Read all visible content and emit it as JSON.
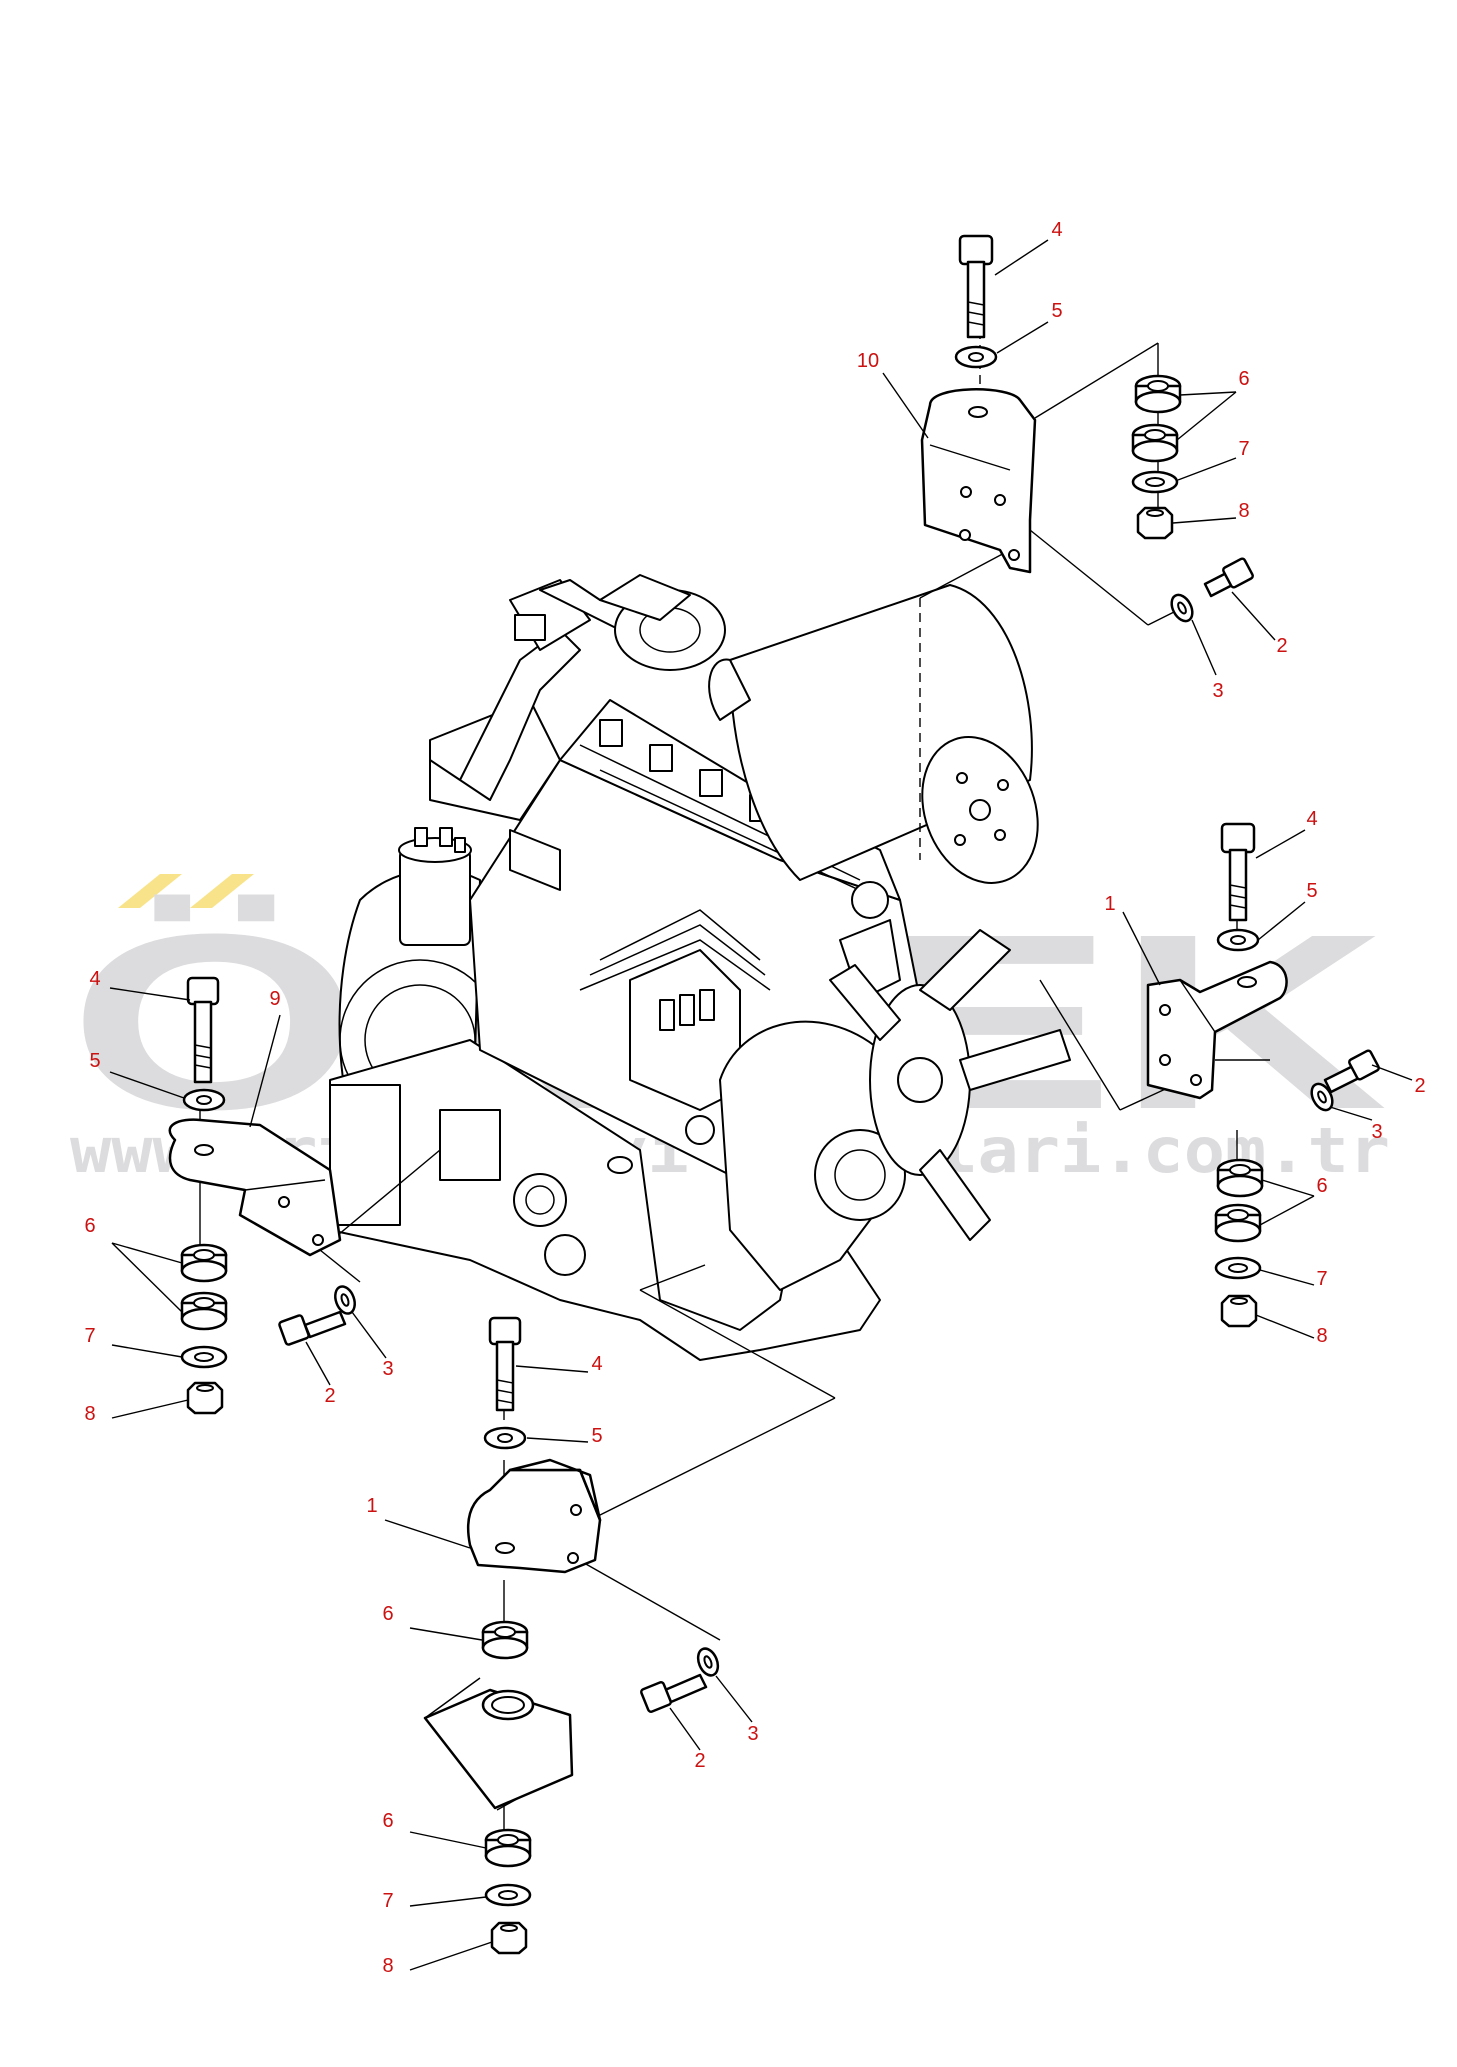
{
  "watermark": {
    "brand": "ÖRTEK",
    "url": "www.orteksanayi-parcalari.com.tr",
    "text_color": "#dcdcde",
    "accent_color": "#f8e38a"
  },
  "colors": {
    "callout": "#cc1111",
    "line": "#000000"
  },
  "callouts": [
    {
      "id": "c01",
      "label": "4"
    },
    {
      "id": "c02",
      "label": "5"
    },
    {
      "id": "c03",
      "label": "10"
    },
    {
      "id": "c04",
      "label": "6"
    },
    {
      "id": "c05",
      "label": "7"
    },
    {
      "id": "c06",
      "label": "8"
    },
    {
      "id": "c07",
      "label": "2"
    },
    {
      "id": "c08",
      "label": "3"
    },
    {
      "id": "c09",
      "label": "4"
    },
    {
      "id": "c10",
      "label": "5"
    },
    {
      "id": "c11",
      "label": "1"
    },
    {
      "id": "c12",
      "label": "2"
    },
    {
      "id": "c13",
      "label": "3"
    },
    {
      "id": "c14",
      "label": "6"
    },
    {
      "id": "c15",
      "label": "7"
    },
    {
      "id": "c16",
      "label": "8"
    },
    {
      "id": "c17",
      "label": "4"
    },
    {
      "id": "c18",
      "label": "5"
    },
    {
      "id": "c19",
      "label": "9"
    },
    {
      "id": "c20",
      "label": "6"
    },
    {
      "id": "c21",
      "label": "7"
    },
    {
      "id": "c22",
      "label": "8"
    },
    {
      "id": "c23",
      "label": "2"
    },
    {
      "id": "c24",
      "label": "3"
    },
    {
      "id": "c25",
      "label": "4"
    },
    {
      "id": "c26",
      "label": "5"
    },
    {
      "id": "c27",
      "label": "1"
    },
    {
      "id": "c28",
      "label": "6"
    },
    {
      "id": "c29",
      "label": "2"
    },
    {
      "id": "c30",
      "label": "3"
    },
    {
      "id": "c31",
      "label": "6"
    },
    {
      "id": "c32",
      "label": "7"
    },
    {
      "id": "c33",
      "label": "8"
    }
  ]
}
